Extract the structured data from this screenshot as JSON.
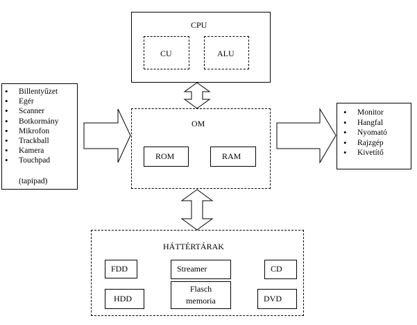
{
  "cpu": {
    "title": "CPU",
    "cu": "CU",
    "alu": "ALU"
  },
  "om": {
    "title": "OM",
    "rom": "ROM",
    "ram": "RAM"
  },
  "inputs": [
    "Billentyűzet",
    "Egér",
    "Scanner",
    "Botkormány",
    "Mikrofon",
    "Trackball",
    "Kamera",
    "Touchpad",
    "(tapipad)"
  ],
  "outputs": [
    "Monitor",
    "Hangfal",
    "Nyomató",
    "Rajzgép",
    "Kivetítő"
  ],
  "storage": {
    "title": "HÁTTÉRTÁRAK",
    "fdd": "FDD",
    "streamer": "Streamer",
    "cd": "CD",
    "hdd": "HDD",
    "flash_line1": "Flasch",
    "flash_line2": "memoria",
    "dvd": "DVD"
  }
}
